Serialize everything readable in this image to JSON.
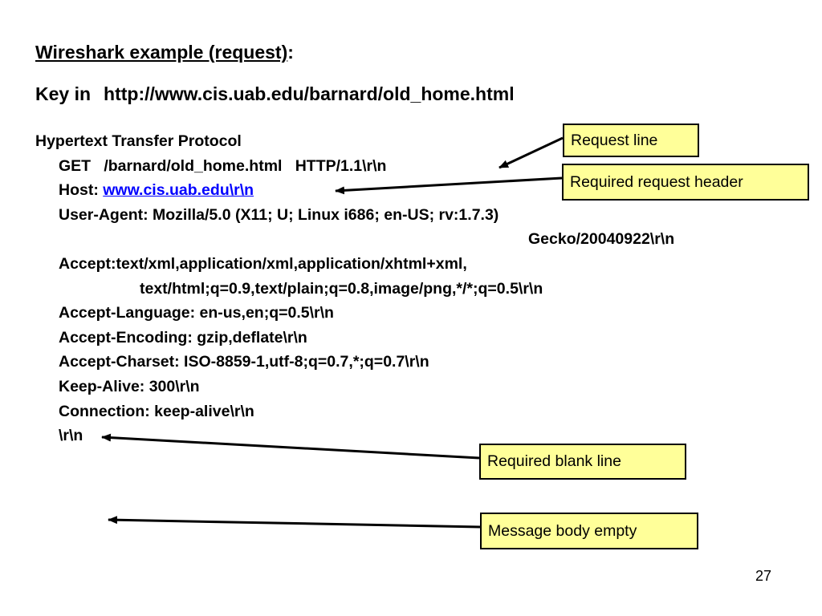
{
  "slide": {
    "title": "Wireshark example (request)",
    "title_suffix": ":",
    "key_label": "Key in",
    "key_url": "http://www.cis.uab.edu/barnard/old_home.html",
    "page_number": "27"
  },
  "packet": {
    "heading": "Hypertext Transfer Protocol",
    "request_line": "GET   /barnard/old_home.html   HTTP/1.1\\r\\n",
    "host_label": "Host: ",
    "host_value": "www.cis.uab.edu\\r\\n",
    "user_agent": "User-Agent: Mozilla/5.0 (X11; U; Linux i686; en-US; rv:1.7.3)",
    "user_agent_cont": "Gecko/20040922\\r\\n",
    "accept": "Accept:text/xml,application/xml,application/xhtml+xml,",
    "accept_cont": "text/html;q=0.9,text/plain;q=0.8,image/png,*/*;q=0.5\\r\\n",
    "accept_language": "Accept-Language: en-us,en;q=0.5\\r\\n",
    "accept_encoding": "Accept-Encoding: gzip,deflate\\r\\n",
    "accept_charset": "Accept-Charset: ISO-8859-1,utf-8;q=0.7,*;q=0.7\\r\\n",
    "keep_alive": "Keep-Alive: 300\\r\\n",
    "connection": "Connection: keep-alive\\r\\n",
    "blank_line": "\\r\\n"
  },
  "callouts": {
    "request_line": "Request line",
    "required_header": "Required request header",
    "blank_line": "Required blank line",
    "body_empty": "Message body empty"
  },
  "colors": {
    "callout_fill": "#ffff99",
    "link": "#0000ff"
  }
}
